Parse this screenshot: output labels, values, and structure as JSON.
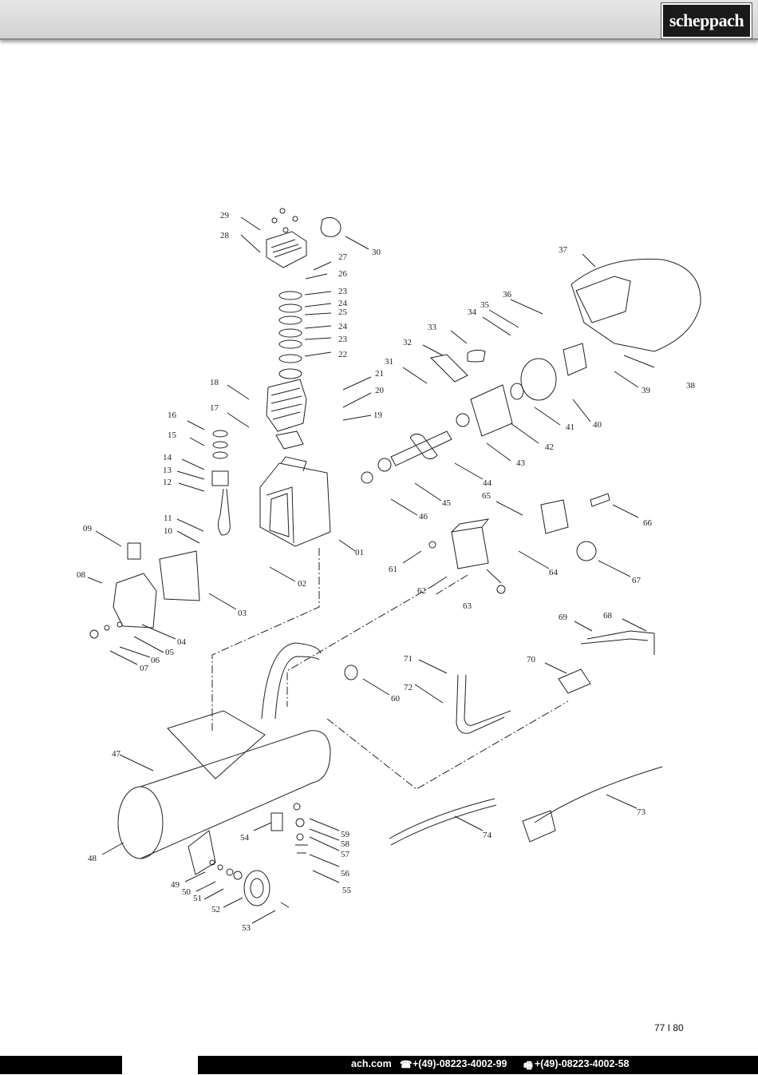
{
  "header": {
    "logo_text": "scheppach"
  },
  "diagram": {
    "part_labels": [
      "29",
      "28",
      "30",
      "27",
      "26",
      "23",
      "24",
      "25",
      "24",
      "23",
      "22",
      "37",
      "36",
      "35",
      "34",
      "33",
      "32",
      "31",
      "21",
      "20",
      "19",
      "18",
      "17",
      "16",
      "15",
      "14",
      "13",
      "12",
      "38",
      "39",
      "40",
      "41",
      "42",
      "43",
      "44",
      "45",
      "46",
      "11",
      "10",
      "09",
      "08",
      "01",
      "02",
      "03",
      "04",
      "05",
      "06",
      "07",
      "65",
      "66",
      "61",
      "62",
      "63",
      "64",
      "67",
      "69",
      "68",
      "71",
      "70",
      "72",
      "60",
      "47",
      "73",
      "74",
      "54",
      "59",
      "58",
      "57",
      "56",
      "55",
      "48",
      "49",
      "50",
      "51",
      "52",
      "53"
    ]
  },
  "footer": {
    "website": "ach.com",
    "phone_icon": "phone-icon",
    "phone": "+(49)-08223-4002-99",
    "fax_icon": "fax-icon",
    "fax": "+(49)-08223-4002-58"
  },
  "page_number": "77 I 80"
}
